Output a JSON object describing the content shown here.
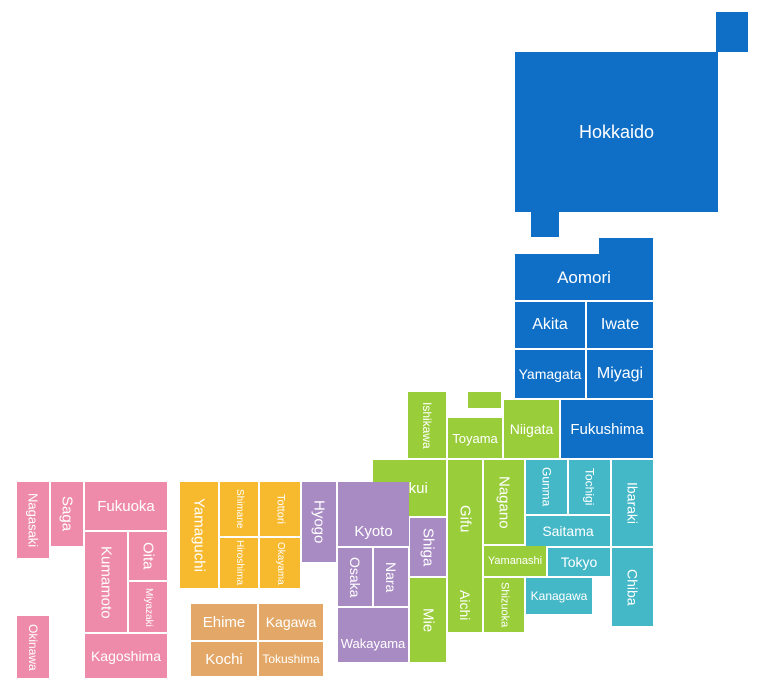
{
  "map": {
    "colors": {
      "hokkaido_tohoku": "#0F6FC6",
      "kanto": "#45B8C8",
      "chubu": "#9ACD3A",
      "kansai": "#A98BC4",
      "chugoku": "#F7B92D",
      "shikoku": "#E3A867",
      "kyushu": "#EE8BAA"
    },
    "prefectures": {
      "hokkaido": "Hokkaido",
      "aomori": "Aomori",
      "akita": "Akita",
      "iwate": "Iwate",
      "yamagata": "Yamagata",
      "miyagi": "Miyagi",
      "fukushima": "Fukushima",
      "ibaraki": "Ibaraki",
      "tochigi": "Tochigi",
      "gunma": "Gunma",
      "saitama": "Saitama",
      "chiba": "Chiba",
      "tokyo": "Tokyo",
      "kanagawa": "Kanagawa",
      "niigata": "Niigata",
      "toyama": "Toyama",
      "ishikawa": "Ishikawa",
      "fukui": "Fukui",
      "nagano": "Nagano",
      "gifu": "Gifu",
      "yamanashi": "Yamanashi",
      "shizuoka": "Shizuoka",
      "aichi": "Aichi",
      "mie": "Mie",
      "shiga": "Shiga",
      "kyoto": "Kyoto",
      "osaka": "Osaka",
      "nara": "Nara",
      "wakayama": "Wakayama",
      "hyogo": "Hyogo",
      "tottori": "Tottori",
      "okayama": "Okayama",
      "shimane": "Shimane",
      "hiroshima": "Hiroshima",
      "yamaguchi": "Yamaguchi",
      "ehime": "Ehime",
      "kagawa": "Kagawa",
      "kochi": "Kochi",
      "tokushima": "Tokushima",
      "fukuoka": "Fukuoka",
      "saga": "Saga",
      "nagasaki": "Nagasaki",
      "kumamoto": "Kumamoto",
      "oita": "Oita",
      "miyazaki": "Miyazaki",
      "kagoshima": "Kagoshima",
      "okinawa": "Okinawa"
    }
  }
}
